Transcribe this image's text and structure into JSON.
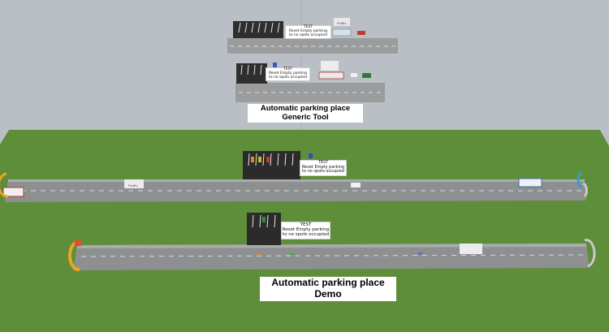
{
  "scene": {
    "colors": {
      "sky": "#b9bfc4",
      "grass": "#5f8e3a",
      "road": "#8c8e90",
      "road_light": "#b6b8ba",
      "lane_mark": "#dfe3e8",
      "parking_lot": "#2b2b2b"
    }
  },
  "generic_tool": {
    "title_line1": "Automatic parking place",
    "title_line2": "Generic Tool",
    "upper_test": {
      "line1": "TEST",
      "line2": "Reset Empty parking",
      "line3": "to no spots occupied"
    },
    "lower_test": {
      "line1": "TEST",
      "line2": "Reset Empty parking",
      "line3": "to no spots occupied"
    }
  },
  "demo": {
    "title_line1": "Automatic parking place",
    "title_line2": "Demo",
    "upper_test": {
      "line1": "TEST",
      "line2": "Reset Empty parking",
      "line3": "to no spots occupied"
    },
    "lower_test": {
      "line1": "TEST",
      "line2": "Reset Empty parking",
      "line3": "to no spots occupied"
    }
  },
  "vehicles": {
    "truck_logo": "FedEx"
  }
}
